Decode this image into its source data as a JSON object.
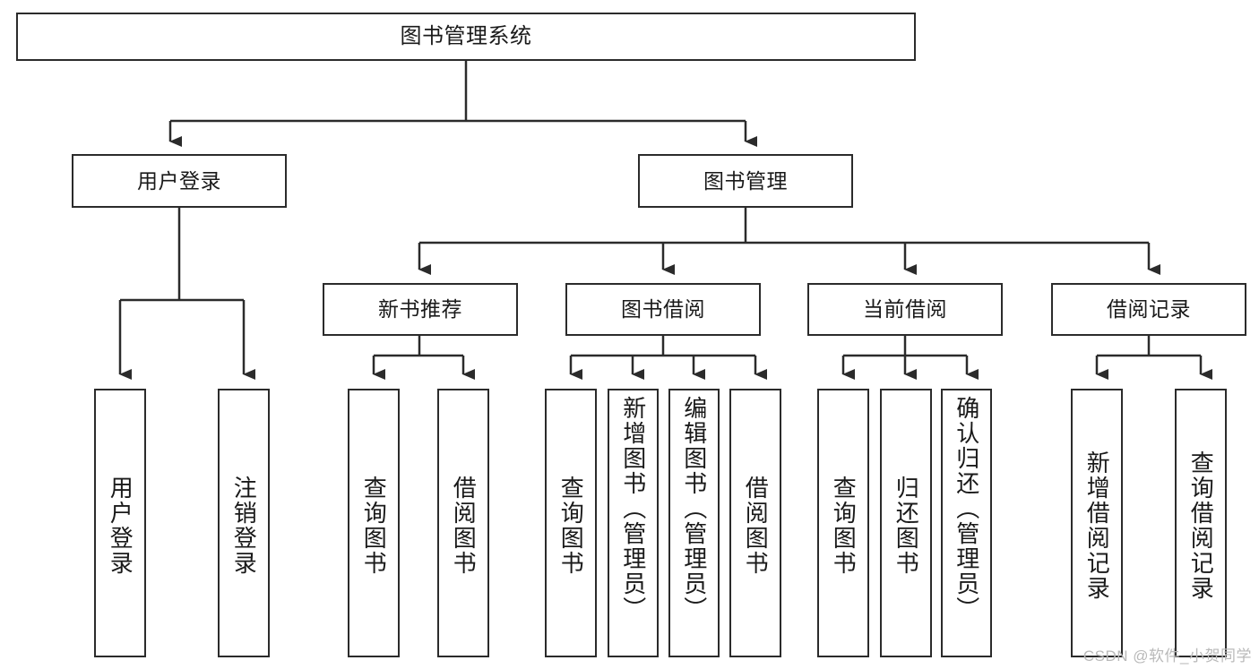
{
  "diagram": {
    "title": "图书管理系统",
    "type": "tree-hierarchy-diagram",
    "watermark": "CSDN @软件_小贺同学",
    "colors": {
      "stroke": "#2b2b2b",
      "fill": "#ffffff",
      "text": "#1a1a1a",
      "watermark": "#b9b9b9"
    },
    "nodes": {
      "root": {
        "label": "图书管理系统"
      },
      "level1": [
        {
          "label": "用户登录"
        },
        {
          "label": "图书管理"
        }
      ],
      "level2": [
        {
          "label": "新书推荐"
        },
        {
          "label": "图书借阅"
        },
        {
          "label": "当前借阅"
        },
        {
          "label": "借阅记录"
        }
      ],
      "leaves": {
        "user_login": [
          {
            "label": "用户登录"
          },
          {
            "label": "注销登录"
          }
        ],
        "new_book_recommend": [
          {
            "label": "查询图书"
          },
          {
            "label": "借阅图书"
          }
        ],
        "book_borrow": [
          {
            "label": "查询图书"
          },
          {
            "label": "新增图书（管理员）"
          },
          {
            "label": "编辑图书（管理员）"
          },
          {
            "label": "借阅图书"
          }
        ],
        "current_borrow": [
          {
            "label": "查询图书"
          },
          {
            "label": "归还图书"
          },
          {
            "label": "确认归还（管理员）"
          }
        ],
        "borrow_record": [
          {
            "label": "新增借阅记录"
          },
          {
            "label": "查询借阅记录"
          }
        ]
      }
    }
  }
}
